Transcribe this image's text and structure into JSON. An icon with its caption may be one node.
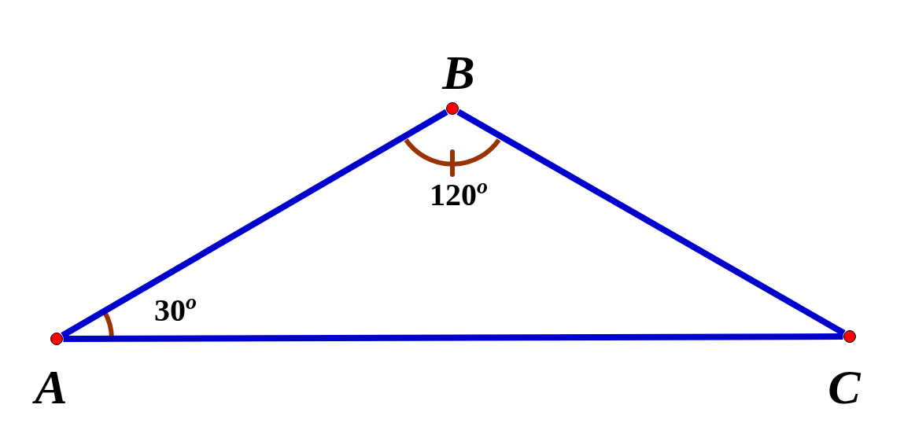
{
  "diagram": {
    "nodes": [
      {
        "text": [
          "A"
        ]
      },
      {
        "text": [
          "B"
        ]
      },
      {
        "text": [
          "C"
        ]
      }
    ],
    "edges": [
      {
        "from": 0,
        "to": 1,
        "arrow": "none",
        "color": "#0000cc"
      },
      {
        "from": 1,
        "to": 2,
        "arrow": "none",
        "color": "#0000cc"
      },
      {
        "from": 0,
        "to": 2,
        "arrow": "none",
        "color": "#0000cc"
      }
    ],
    "labels": [
      "30$^{o}$",
      "120$^{o}$"
    ]
  }
}
